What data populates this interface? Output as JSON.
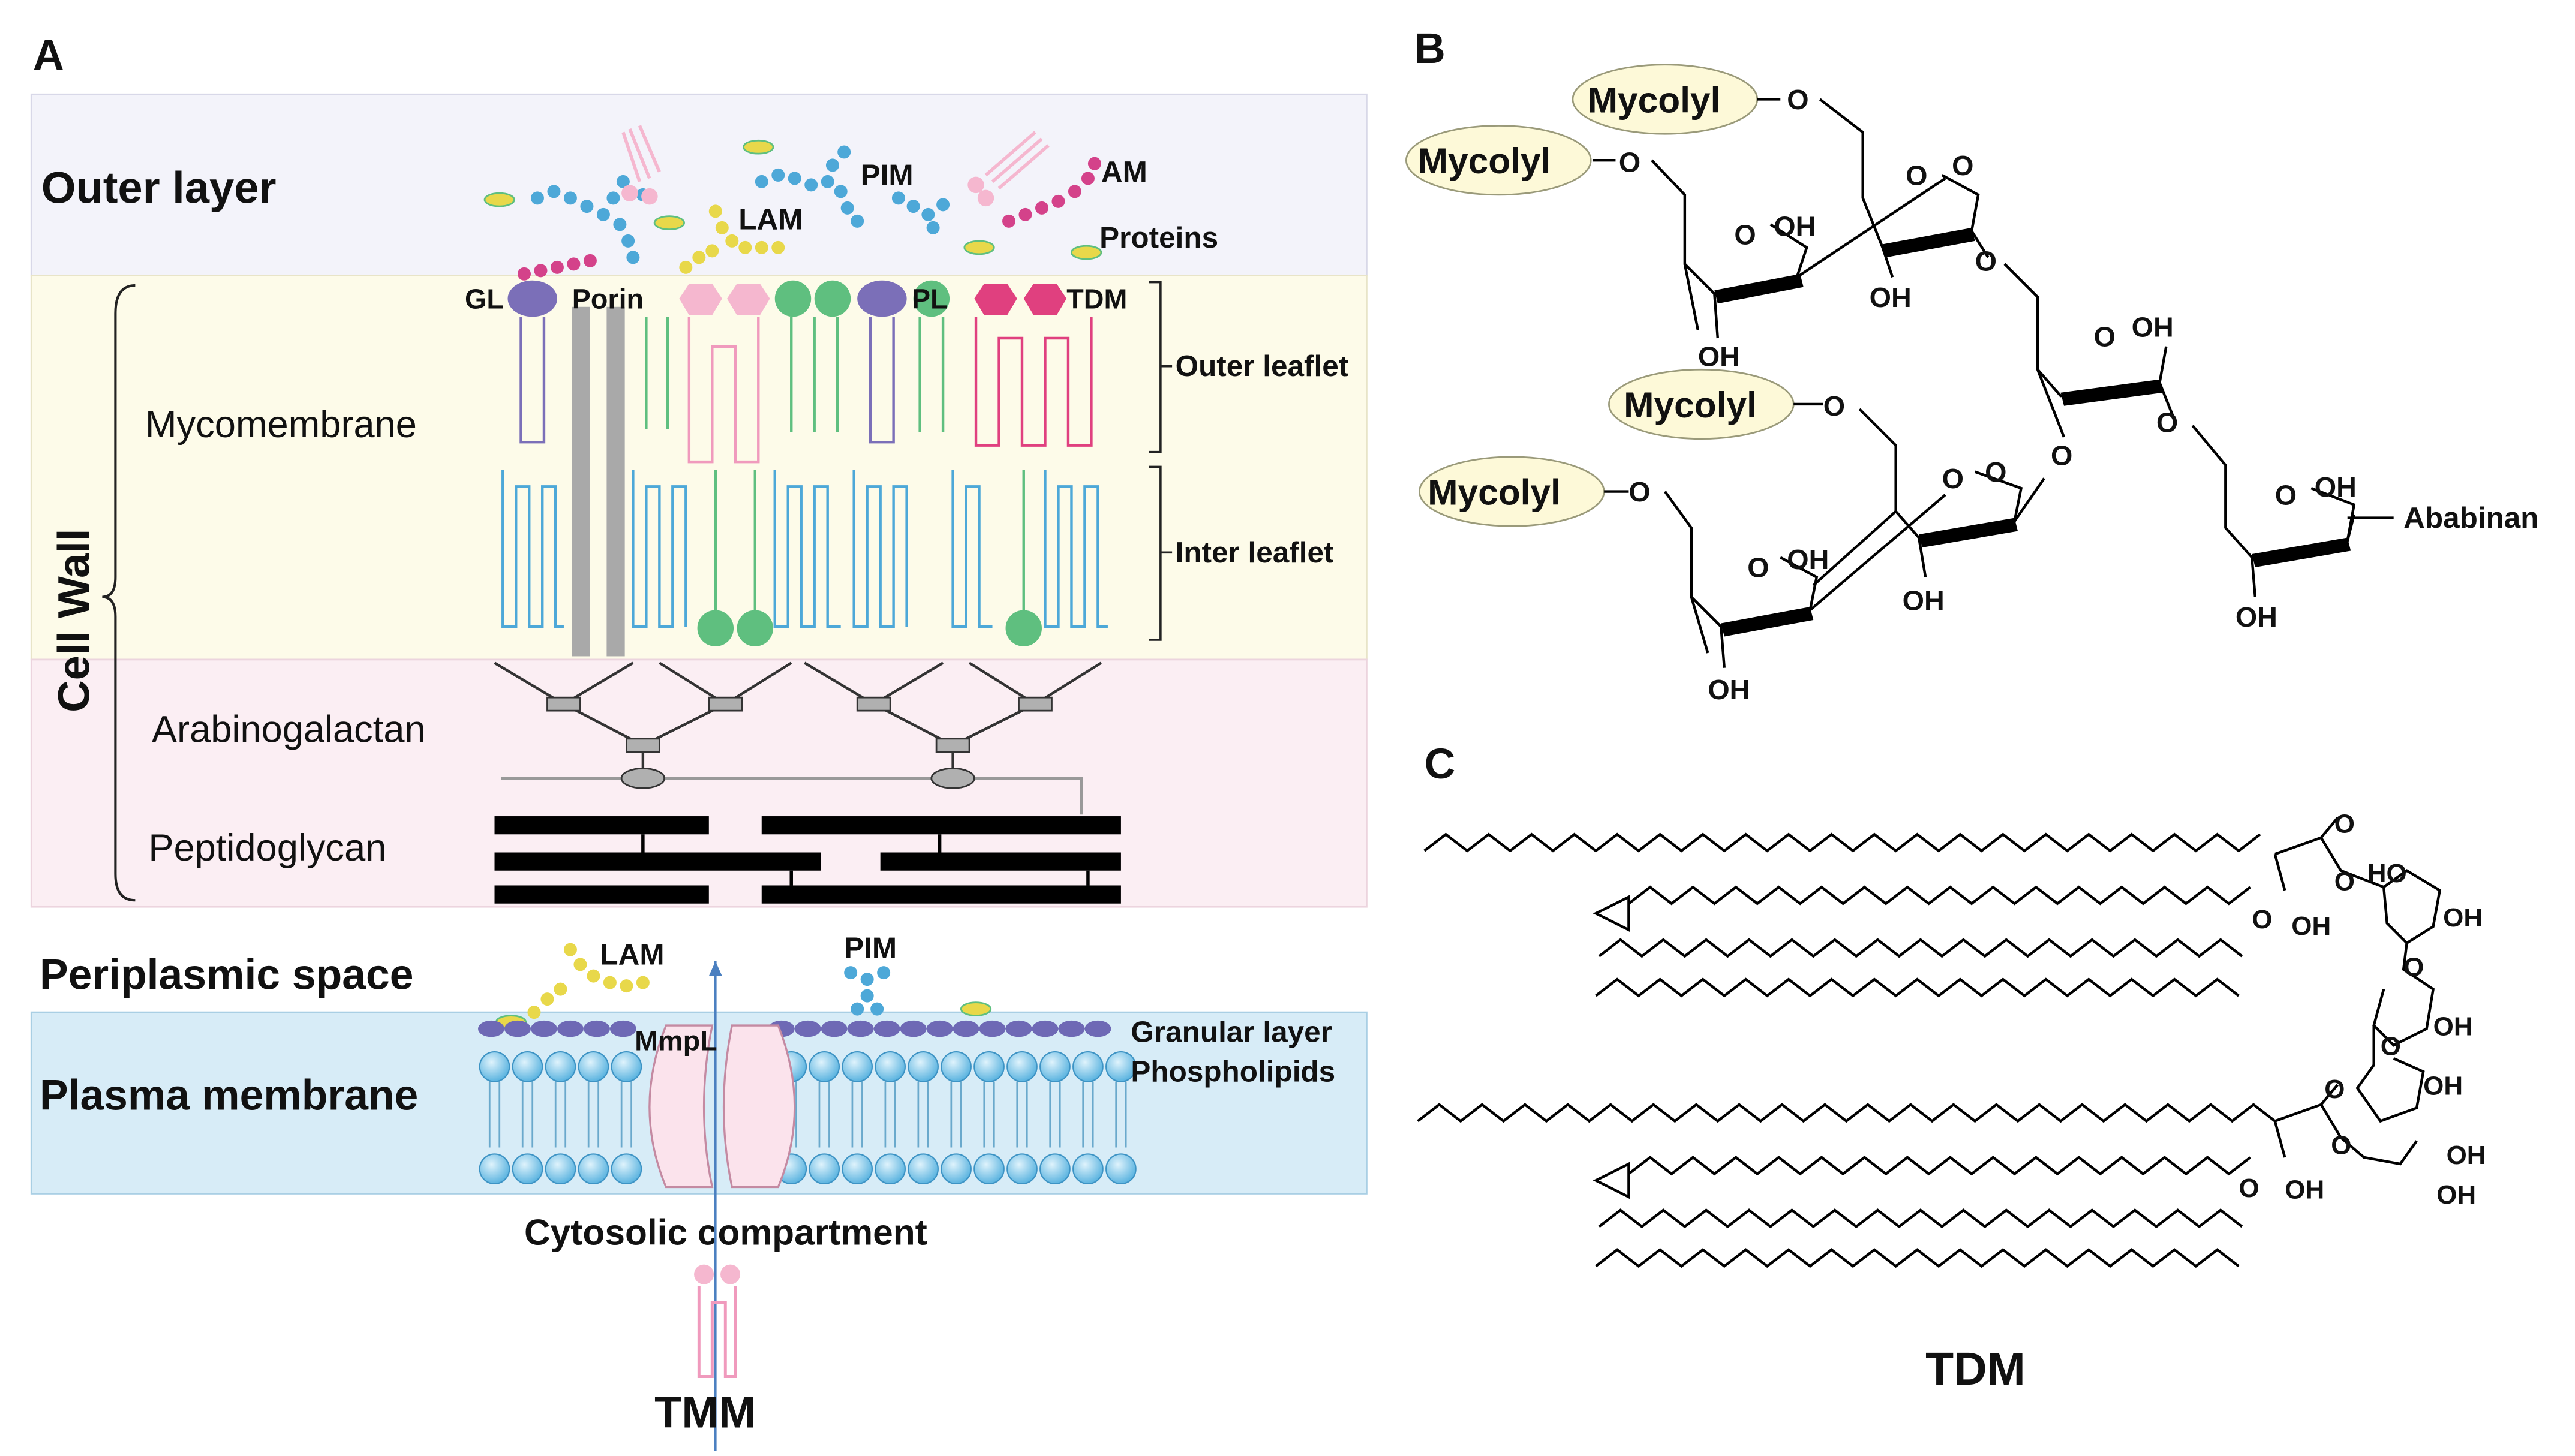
{
  "panels": {
    "a": "A",
    "b": "B",
    "c": "C"
  },
  "panel_a": {
    "zones": {
      "outer_layer": "Outer layer",
      "cell_wall": "Cell Wall",
      "mycomembrane": "Mycomembrane",
      "arabinogalactan": "Arabinogalactan",
      "peptidoglycan": "Peptidoglycan",
      "periplasmic": "Periplasmic space",
      "plasma": "Plasma membrane",
      "cytosolic": "Cytosolic compartment"
    },
    "molecules": {
      "pim_top": "PIM",
      "lam_top": "LAM",
      "am": "AM",
      "proteins": "Proteins",
      "gl": "GL",
      "porin": "Porin",
      "pl": "PL",
      "tdm": "TDM",
      "lam_bottom": "LAM",
      "pim_bottom": "PIM",
      "mmpl": "MmpL",
      "tmm": "TMM"
    },
    "leaflets": {
      "outer": "Outer leaflet",
      "inner": "Inter leaflet"
    },
    "plasma_labels": {
      "granular": "Granular layer",
      "phospholipids": "Phospholipids"
    },
    "colors": {
      "outer_bg": "#f3f3fa",
      "wall_bg": "#fdfbe9",
      "ag_bg": "#fbeef3",
      "plasma_bg": "#d7ecf7",
      "green": "#5fbf7f",
      "purple": "#7b6fb8",
      "pink": "#f5b7cf",
      "magenta": "#e0407f",
      "blue": "#4da8d8",
      "yellow": "#e8d84a",
      "porin": "#a9a9a9"
    }
  },
  "panel_b": {
    "mycolyl": [
      "Mycolyl",
      "Mycolyl",
      "Mycolyl",
      "Mycolyl"
    ],
    "arabinan": "Ababinan",
    "oh": "OH",
    "o": "O"
  },
  "panel_c": {
    "title": "TDM",
    "oh": "OH",
    "ho": "HO",
    "o": "O"
  }
}
